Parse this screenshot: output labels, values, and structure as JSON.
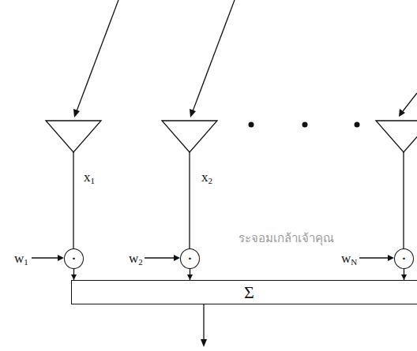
{
  "diagram": {
    "nodes": [
      {
        "text": [
          "·"
        ]
      },
      {
        "text": [
          "·"
        ]
      },
      {
        "text": [
          "·"
        ]
      },
      {
        "text": [
          "Σ"
        ]
      }
    ],
    "edges": [
      {
        "from": 0,
        "to": 3,
        "arrow": "to"
      },
      {
        "from": 1,
        "to": 3,
        "arrow": "to"
      },
      {
        "from": 2,
        "to": 3,
        "arrow": "to"
      }
    ],
    "labels": [
      "x1",
      "x2",
      "w1",
      "w2",
      "wN",
      "ระจอมเกล้าเจ้าคุณ"
    ]
  }
}
